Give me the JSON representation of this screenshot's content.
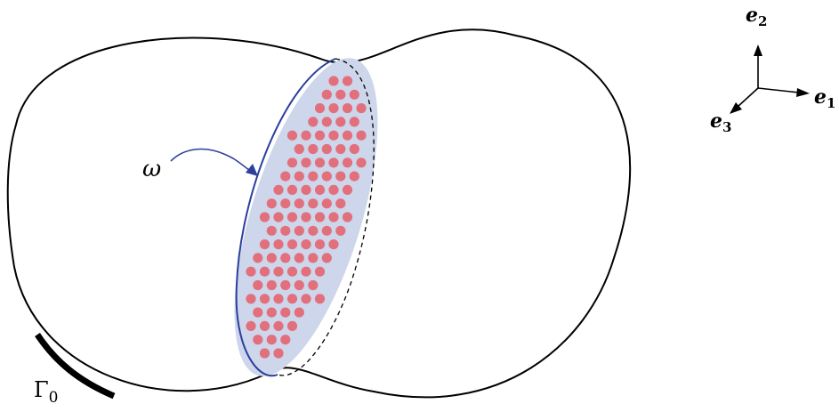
{
  "labels": {
    "omega": "ω",
    "gamma_main": "Γ",
    "gamma_sub": "0",
    "e1_main": "e",
    "e1_sub": "1",
    "e2_main": "e",
    "e2_sub": "2",
    "e3_main": "e",
    "e3_sub": "3"
  },
  "colors": {
    "outline": "#000000",
    "ellipse_fill": "#cdd6ea",
    "ellipse_edge": "#2b3f9c",
    "dots": "#e2707c",
    "arrow": "#2b3f9c"
  }
}
